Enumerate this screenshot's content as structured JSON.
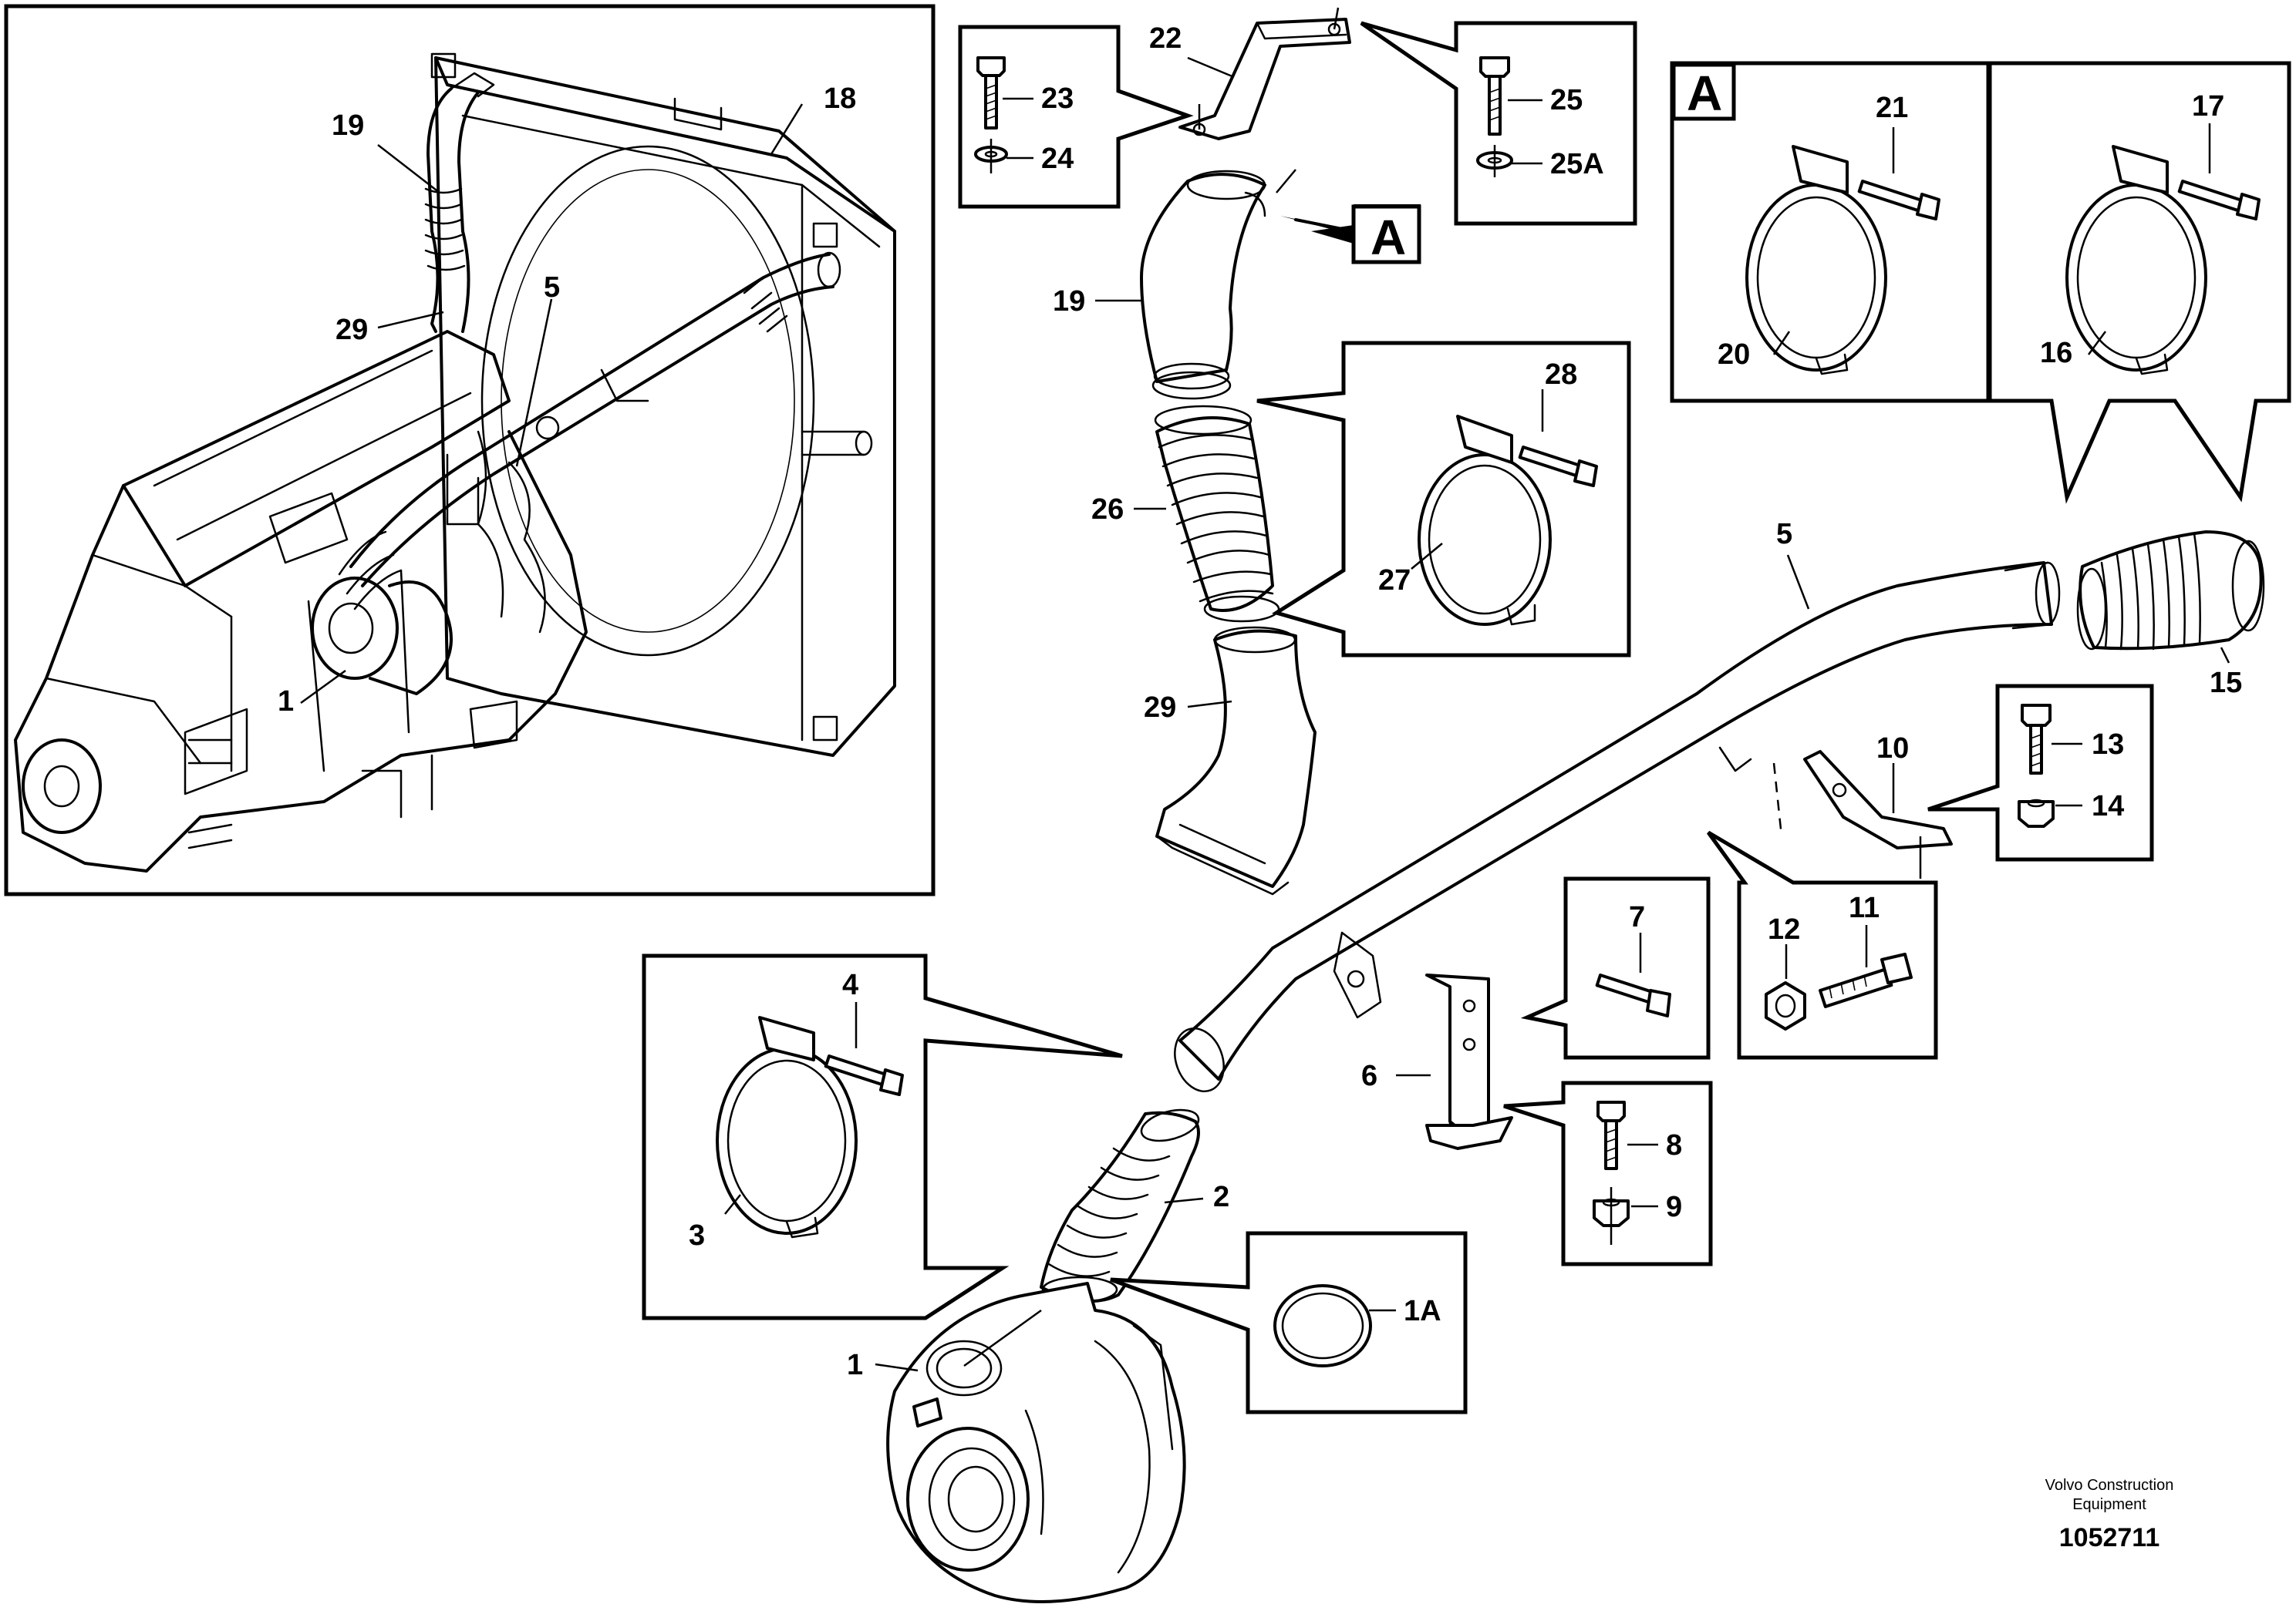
{
  "labels": {
    "l1": "1",
    "l1a": "1A",
    "l2": "2",
    "l3": "3",
    "l4": "4",
    "l5": "5",
    "l6": "6",
    "l7": "7",
    "l8": "8",
    "l9": "9",
    "l10": "10",
    "l11": "11",
    "l12": "12",
    "l13": "13",
    "l14": "14",
    "l15": "15",
    "l16": "16",
    "l17": "17",
    "l18": "18",
    "l19": "19",
    "l20": "20",
    "l21": "21",
    "l22": "22",
    "l23": "23",
    "l24": "24",
    "l25": "25",
    "l25a": "25A",
    "l26": "26",
    "l27": "27",
    "l28": "28",
    "l29": "29"
  },
  "detail_ref": "A",
  "footer": {
    "company_line1": "Volvo Construction",
    "company_line2": "Equipment",
    "drawing_number": "1052711"
  }
}
